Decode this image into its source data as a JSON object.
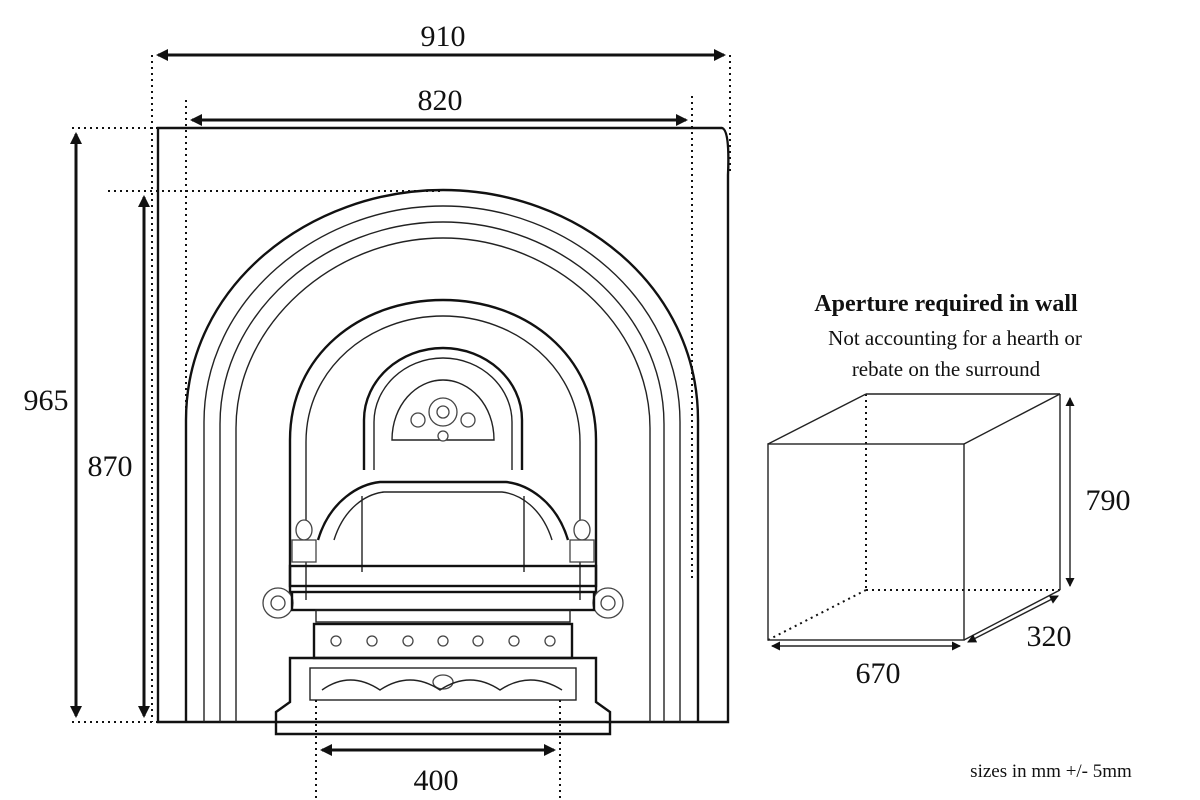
{
  "dimensions": {
    "overall_width": "910",
    "inner_width": "820",
    "overall_height": "965",
    "arch_height": "870",
    "grate_width": "400"
  },
  "aperture": {
    "title": "Aperture required in wall",
    "note_line1": "Not accounting for a hearth or",
    "note_line2": "rebate on the surround",
    "height": "790",
    "depth": "320",
    "width": "670"
  },
  "footnote": "sizes in mm +/- 5mm"
}
